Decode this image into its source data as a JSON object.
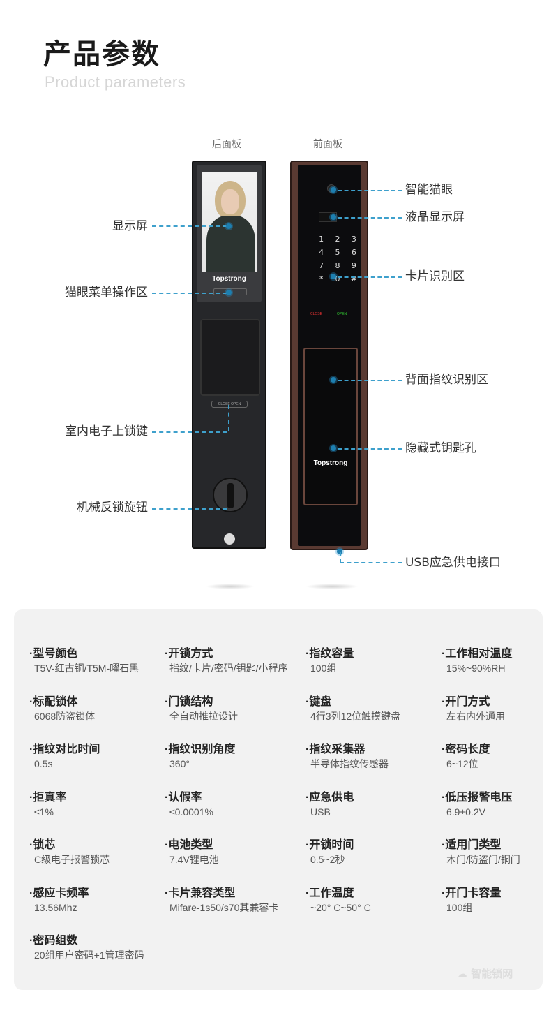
{
  "header": {
    "title": "产品参数",
    "subtitle": "Product parameters"
  },
  "panels": {
    "back_label": "后面板",
    "front_label": "前面板",
    "brand": "Topstrong",
    "lock_button_text": "CLOSE OPEN",
    "keypad": [
      "1",
      "2",
      "3",
      "4",
      "5",
      "6",
      "7",
      "8",
      "9",
      "*",
      "0",
      "#"
    ],
    "close_text": "CLOSE",
    "open_text": "OPEN"
  },
  "callouts_left": [
    "显示屏",
    "猫眼菜单操作区",
    "室内电子上锁键",
    "机械反锁旋钮"
  ],
  "callouts_right": [
    "智能猫眼",
    "液晶显示屏",
    "卡片识别区",
    "背面指纹识别区",
    "隐藏式钥匙孔",
    "USB应急供电接口"
  ],
  "colors": {
    "accent": "#3ea0cc",
    "card_bg": "#f2f2f2",
    "front_trim": "#5a3a32"
  },
  "specs": [
    {
      "k": "型号颜色",
      "v": "T5V-红古铜/T5M-曜石黑"
    },
    {
      "k": "开锁方式",
      "v": "指纹/卡片/密码/钥匙/小程序"
    },
    {
      "k": "指纹容量",
      "v": "100组"
    },
    {
      "k": "工作相对温度",
      "v": "15%~90%RH"
    },
    {
      "k": "标配锁体",
      "v": "6068防盗锁体"
    },
    {
      "k": "门锁结构",
      "v": "全自动推拉设计"
    },
    {
      "k": "键盘",
      "v": "4行3列12位触摸键盘"
    },
    {
      "k": "开门方式",
      "v": "左右内外通用"
    },
    {
      "k": "指纹对比时间",
      "v": "0.5s"
    },
    {
      "k": "指纹识别角度",
      "v": "360°"
    },
    {
      "k": "指纹采集器",
      "v": "半导体指纹传感器"
    },
    {
      "k": "密码长度",
      "v": "6~12位"
    },
    {
      "k": "拒真率",
      "v": "≤1%"
    },
    {
      "k": "认假率",
      "v": "≤0.0001%"
    },
    {
      "k": "应急供电",
      "v": "USB"
    },
    {
      "k": "低压报警电压",
      "v": "6.9±0.2V"
    },
    {
      "k": "锁芯",
      "v": "C级电子报警锁芯"
    },
    {
      "k": "电池类型",
      "v": "7.4V锂电池"
    },
    {
      "k": "开锁时间",
      "v": "0.5~2秒"
    },
    {
      "k": "适用门类型",
      "v": "木门/防盗门/铜门"
    },
    {
      "k": "感应卡频率",
      "v": "13.56Mhz"
    },
    {
      "k": "卡片兼容类型",
      "v": "Mifare-1s50/s70其兼容卡"
    },
    {
      "k": "工作温度",
      "v": "~20° C~50° C"
    },
    {
      "k": "开门卡容量",
      "v": "100组"
    },
    {
      "k": "密码组数",
      "v": "20组用户密码+1管理密码"
    }
  ],
  "watermark": "智能锁网"
}
